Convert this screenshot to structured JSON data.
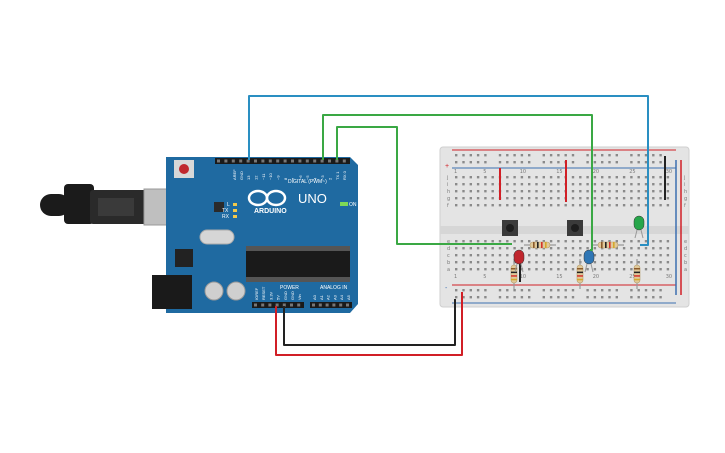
{
  "board": {
    "brand": "ARDUINO",
    "model": "UNO",
    "digital_label": "DIGITAL (PWM~)",
    "analog_label": "ANALOG IN",
    "power_label": "POWER",
    "on_label": "ON",
    "l_label": "L",
    "tx_label": "TX",
    "rx_label": "RX",
    "aref": "AREF",
    "gnd": "GND",
    "digital_pins": [
      "13",
      "12",
      "~11",
      "~10",
      "~9",
      "8",
      "7",
      "~6",
      "~5",
      "4",
      "~3",
      "2",
      "TX 1",
      "RX 0"
    ],
    "power_pins": [
      "IOREF",
      "RESET",
      "3.3V",
      "5V",
      "GND",
      "GND",
      "Vin"
    ],
    "analog_pins": [
      "A0",
      "A1",
      "A2",
      "A3",
      "A4",
      "A5"
    ]
  },
  "breadboard": {
    "column_numbers": [
      "1",
      "5",
      "10",
      "15",
      "20",
      "25",
      "30"
    ],
    "row_letters_top": [
      "j",
      "i",
      "h",
      "g",
      "f"
    ],
    "row_letters_bottom": [
      "e",
      "d",
      "c",
      "b",
      "a"
    ],
    "rail_plus": "+",
    "rail_minus": "-"
  },
  "components": {
    "leds": [
      {
        "name": "led-red",
        "color": "#c0262d"
      },
      {
        "name": "led-blue",
        "color": "#2f76b5"
      },
      {
        "name": "led-green",
        "color": "#27a64a"
      }
    ],
    "buttons": [
      "button-1",
      "button-2"
    ]
  },
  "wires": [
    {
      "name": "wire-blue",
      "color": "#2a8fc2"
    },
    {
      "name": "wire-green-1",
      "color": "#3aa844"
    },
    {
      "name": "wire-green-2",
      "color": "#3aa844"
    },
    {
      "name": "wire-red",
      "color": "#d11f26"
    },
    {
      "name": "wire-black",
      "color": "#222222"
    }
  ],
  "colors": {
    "board": "#1f6aa1",
    "breadboard": "#e4e4e4",
    "rail_red": "#d11f26",
    "rail_blue": "#3c6fb0"
  }
}
